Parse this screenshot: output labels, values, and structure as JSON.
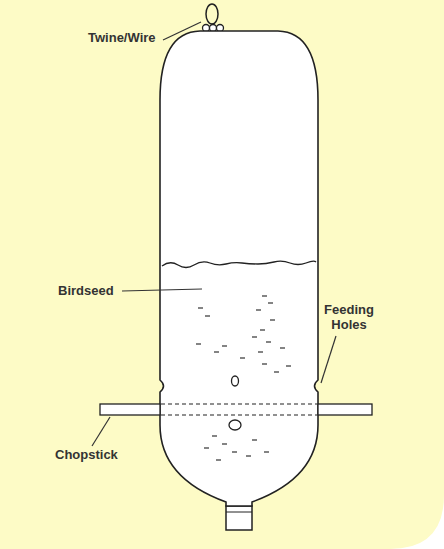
{
  "diagram": {
    "labels": [
      "Twine/Wire",
      "Birdseed",
      "Feeding Holes",
      "Chopstick"
    ]
  }
}
